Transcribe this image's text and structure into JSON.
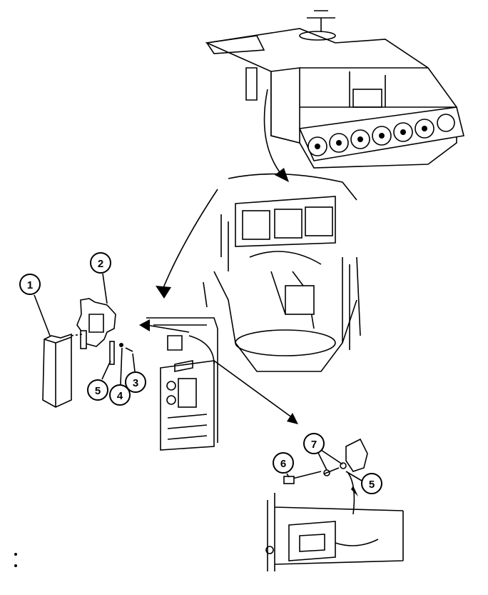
{
  "callouts": [
    {
      "id": "c1",
      "label": "1"
    },
    {
      "id": "c2",
      "label": "2"
    },
    {
      "id": "c3",
      "label": "3"
    },
    {
      "id": "c4",
      "label": "4"
    },
    {
      "id": "c5a",
      "label": "5"
    },
    {
      "id": "c6",
      "label": "6"
    },
    {
      "id": "c7",
      "label": "7"
    },
    {
      "id": "c5b",
      "label": "5"
    }
  ]
}
